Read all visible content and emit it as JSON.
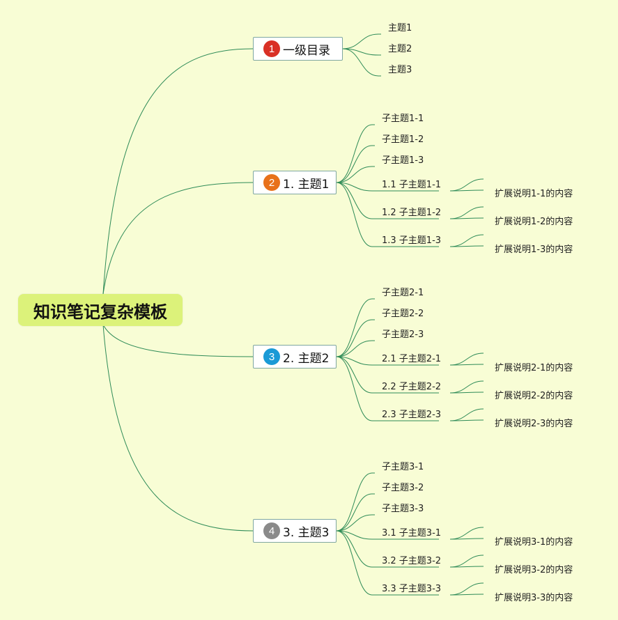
{
  "root": {
    "title": "知识笔记复杂模板"
  },
  "branches": [
    {
      "badge": "1",
      "label": "一级目录",
      "color": "#d93025",
      "children": [
        "主题1",
        "主题2",
        "主题3"
      ],
      "expansions": []
    },
    {
      "badge": "2",
      "label": "1. 主题1",
      "color": "#e8711a",
      "children": [
        "子主题1-1",
        "子主题1-2",
        "子主题1-3",
        "1.1 子主题1-1",
        "1.2 子主题1-2",
        "1.3 子主题1-3"
      ],
      "expansions": [
        "扩展说明1-1的内容",
        "扩展说明1-2的内容",
        "扩展说明1-3的内容"
      ]
    },
    {
      "badge": "3",
      "label": "2. 主题2",
      "color": "#1a9ad6",
      "children": [
        "子主题2-1",
        "子主题2-2",
        "子主题2-3",
        "2.1 子主题2-1",
        "2.2 子主题2-2",
        "2.3 子主题2-3"
      ],
      "expansions": [
        "扩展说明2-1的内容",
        "扩展说明2-2的内容",
        "扩展说明2-3的内容"
      ]
    },
    {
      "badge": "4",
      "label": "3. 主题3",
      "color": "#8a8a8a",
      "children": [
        "子主题3-1",
        "子主题3-2",
        "子主题3-3",
        "3.1 子主题3-1",
        "3.2 子主题3-2",
        "3.3 子主题3-3"
      ],
      "expansions": [
        "扩展说明3-1的内容",
        "扩展说明3-2的内容",
        "扩展说明3-3的内容"
      ]
    }
  ],
  "colors": {
    "background": "#f8fdd5",
    "root_fill": "#dcf27a",
    "connector": "#2e8b57"
  }
}
